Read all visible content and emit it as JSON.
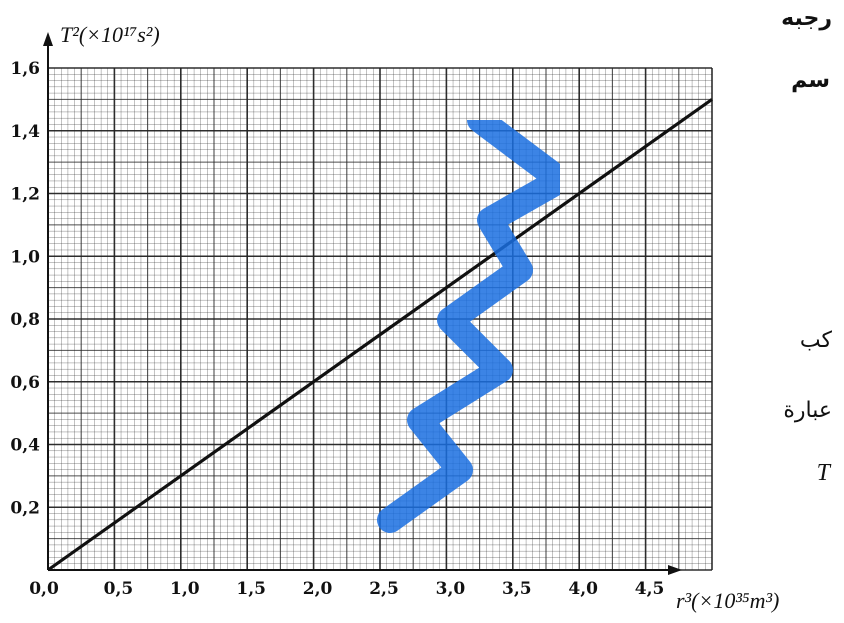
{
  "chart_data": {
    "type": "line",
    "ylabel": "T²(×10¹⁷s²)",
    "xlabel": "r³(×10³⁵m³)",
    "y_ticks": [
      "0,2",
      "0,4",
      "0,6",
      "0,8",
      "1,0",
      "1,2",
      "1,4",
      "1,6"
    ],
    "x_ticks": [
      "0,0",
      "0,5",
      "1,0",
      "1,5",
      "2,0",
      "2,5",
      "3,0",
      "3,5",
      "4,0",
      "4,5"
    ],
    "xlim": [
      0,
      5.0
    ],
    "ylim": [
      0,
      1.6
    ],
    "grid": true,
    "series": [
      {
        "x": [
          0,
          5.0
        ],
        "y": [
          0,
          1.5
        ]
      }
    ]
  },
  "side_text": {
    "line1": "رجبه",
    "line2": "سم",
    "line3": "كب",
    "line4": "عبارة",
    "line5": "T"
  },
  "colors": {
    "line": "#111111",
    "grid": "#222222",
    "watermark": "#1a6fe0"
  }
}
